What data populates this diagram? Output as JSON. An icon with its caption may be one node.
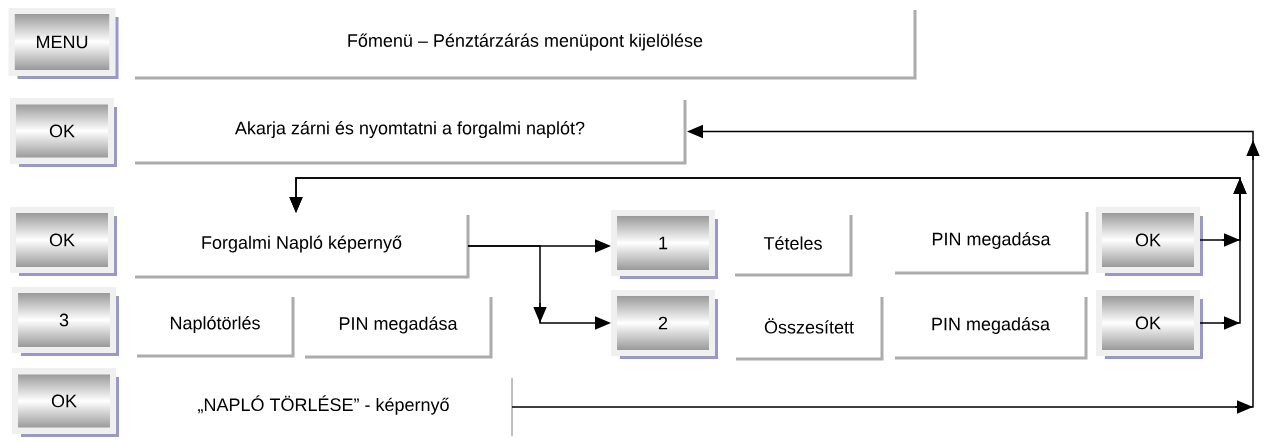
{
  "diagram": {
    "nodes": [
      {
        "text": [
          "MENU"
        ]
      },
      {
        "text": [
          "Főmenü – Pénztárzárás menüpont kijelölése"
        ]
      },
      {
        "text": [
          "OK"
        ]
      },
      {
        "text": [
          "Akarja zárni és nyomtatni a forgalmi naplót?"
        ]
      },
      {
        "text": [
          "OK"
        ]
      },
      {
        "text": [
          "Forgalmi Napló képernyő"
        ]
      },
      {
        "text": [
          "1"
        ]
      },
      {
        "text": [
          "Tételes"
        ]
      },
      {
        "text": [
          "PIN megadása"
        ]
      },
      {
        "text": [
          "OK"
        ]
      },
      {
        "text": [
          "3"
        ]
      },
      {
        "text": [
          "Naplótörlés"
        ]
      },
      {
        "text": [
          "PIN megadása"
        ]
      },
      {
        "text": [
          "2"
        ]
      },
      {
        "text": [
          "Összesített"
        ]
      },
      {
        "text": [
          "PIN megadása"
        ]
      },
      {
        "text": [
          "OK"
        ]
      },
      {
        "text": [
          "OK"
        ]
      },
      {
        "text": [
          "„NAPLÓ TÖRLÉSE” - képernyő"
        ]
      }
    ],
    "edges": [
      {
        "from": 5,
        "to": 6,
        "arrow": "to"
      },
      {
        "from": 5,
        "to": 13,
        "arrow": "to"
      },
      {
        "from": 9,
        "to": 5,
        "arrow": "to"
      },
      {
        "from": 16,
        "to": 5,
        "arrow": "to"
      },
      {
        "from": 18,
        "to": 3,
        "arrow": "to"
      }
    ]
  }
}
